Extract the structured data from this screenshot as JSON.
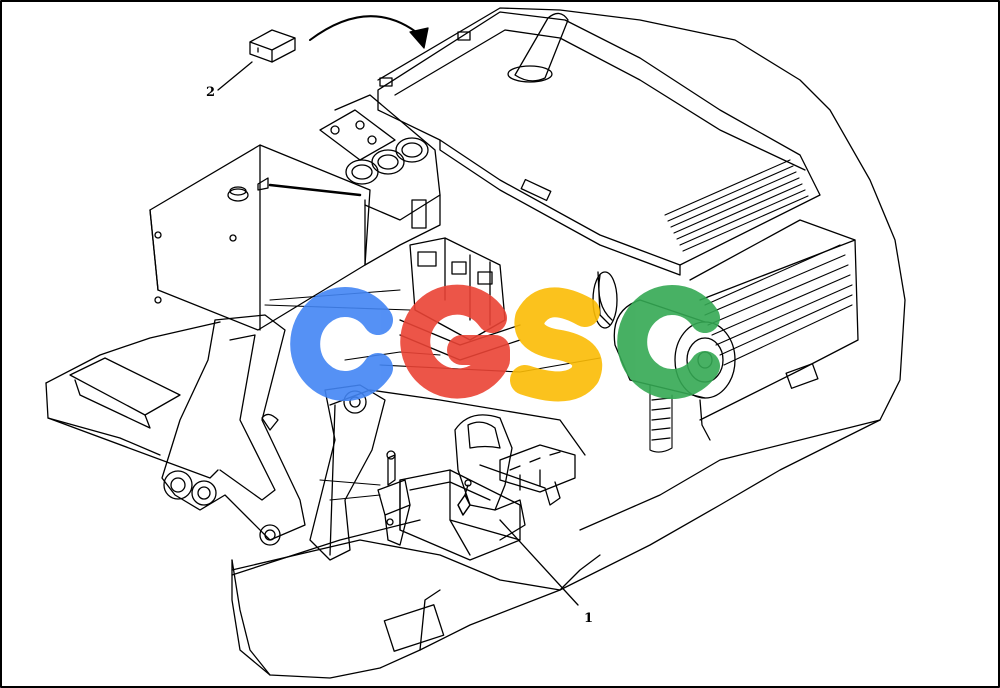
{
  "callouts": [
    {
      "id": "1",
      "label": "1"
    },
    {
      "id": "2",
      "label": "2"
    }
  ],
  "watermark": {
    "letters": [
      "C",
      "G",
      "S",
      "C"
    ],
    "colors": [
      "#4285f4",
      "#ea4335",
      "#fbbc05",
      "#34a853"
    ]
  },
  "colors": {
    "line": "#000000",
    "paper": "#ffffff"
  }
}
